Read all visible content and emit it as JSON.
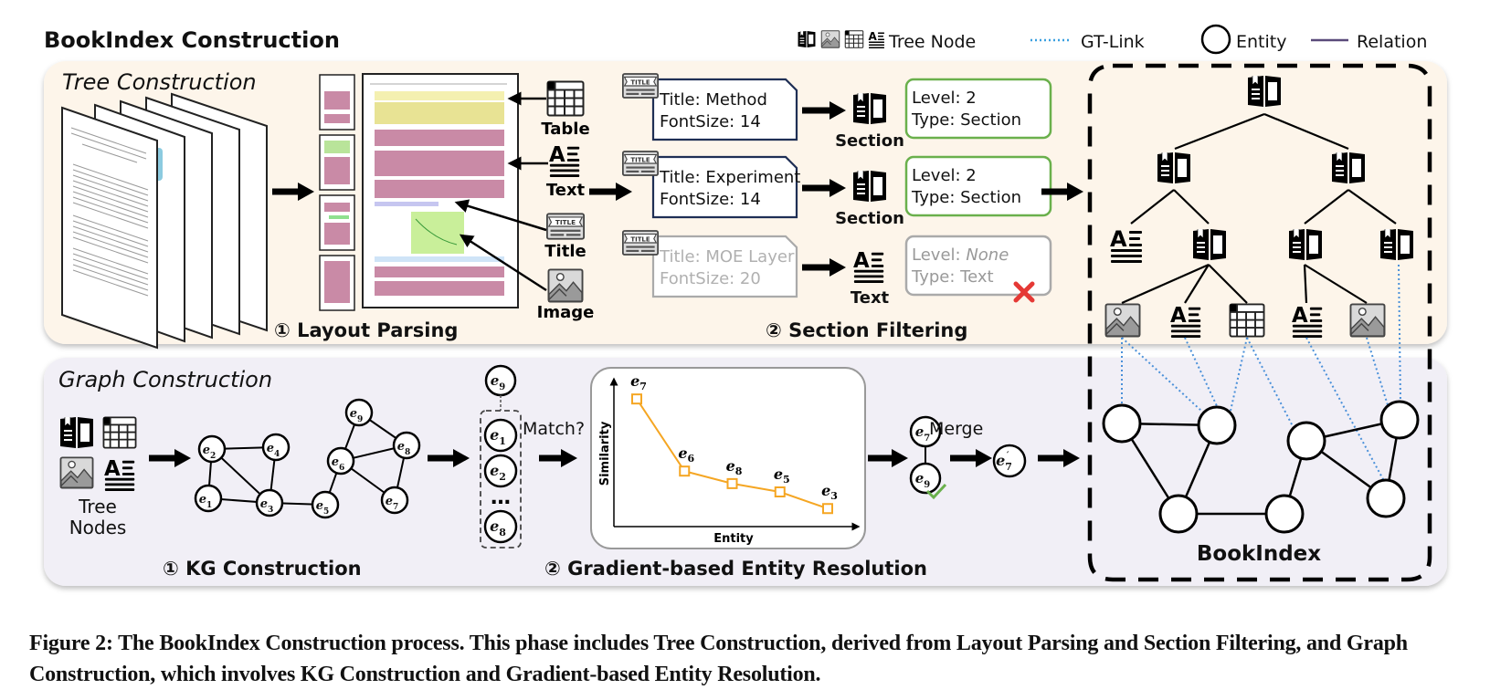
{
  "header": {
    "title": "BookIndex Construction",
    "legend": [
      {
        "icon": "tree-node-icons",
        "label": "Tree Node"
      },
      {
        "icon": "dotted-line",
        "label": "GT-Link",
        "color": "#3aa0e0"
      },
      {
        "icon": "circle",
        "label": "Entity"
      },
      {
        "icon": "solid-line",
        "label": "Relation",
        "color": "#5a4a7a"
      }
    ]
  },
  "tree_panel": {
    "title": "Tree Construction",
    "bg_color": "#fdf5ea",
    "layout_parsing": {
      "label": "① Layout Parsing",
      "elements": [
        {
          "icon": "table-icon",
          "label": "Table"
        },
        {
          "icon": "text-icon",
          "label": "Text"
        },
        {
          "icon": "title-icon",
          "label": "Title"
        },
        {
          "icon": "image-icon",
          "label": "Image"
        }
      ]
    },
    "section_filtering": {
      "label": "② Section Filtering",
      "rows": [
        {
          "title_line": "Title: Method",
          "font_line": "FontSize: 14",
          "result_icon": "section-icon",
          "result_label": "Section",
          "level_line": "Level: 2",
          "type_line": "Type: Section",
          "accepted": true
        },
        {
          "title_line": "Title: Experiment",
          "font_line": "FontSize: 14",
          "result_icon": "section-icon",
          "result_label": "Section",
          "level_line": "Level: 2",
          "type_line": "Type: Section",
          "accepted": true
        },
        {
          "title_line": "Title: MOE Layer",
          "font_line": "FontSize: 20",
          "result_icon": "text-icon",
          "result_label": "Text",
          "level_prefix": "Level: ",
          "level_value": "None",
          "type_line": "Type: Text",
          "accepted": false
        }
      ],
      "accept_color": "#6ab04c",
      "reject_color": "#e53935"
    }
  },
  "graph_panel": {
    "title": "Graph Construction",
    "bg_color": "#f1eff6",
    "tree_nodes_label_1": "Tree",
    "tree_nodes_label_2": "Nodes",
    "kg_label": "① KG Construction",
    "er_label": "② Gradient-based Entity Resolution",
    "kg_nodes": [
      {
        "id": "e2",
        "sub": "2"
      },
      {
        "id": "e4",
        "sub": "4"
      },
      {
        "id": "e1",
        "sub": "1"
      },
      {
        "id": "e3",
        "sub": "3"
      },
      {
        "id": "e5",
        "sub": "5"
      },
      {
        "id": "e9",
        "sub": "9"
      },
      {
        "id": "e6",
        "sub": "6"
      },
      {
        "id": "e8",
        "sub": "8"
      },
      {
        "id": "e7",
        "sub": "7"
      }
    ],
    "kg_edges": [
      [
        "e2",
        "e4"
      ],
      [
        "e2",
        "e1"
      ],
      [
        "e2",
        "e3"
      ],
      [
        "e4",
        "e3"
      ],
      [
        "e1",
        "e3"
      ],
      [
        "e3",
        "e5"
      ],
      [
        "e5",
        "e6"
      ],
      [
        "e6",
        "e9"
      ],
      [
        "e9",
        "e8"
      ],
      [
        "e6",
        "e8"
      ],
      [
        "e6",
        "e7"
      ],
      [
        "e8",
        "e7"
      ]
    ],
    "candidate_query": {
      "id": "e9",
      "sub": "9"
    },
    "candidates": [
      {
        "sub": "1"
      },
      {
        "sub": "2"
      },
      {
        "sub": "8"
      }
    ],
    "ellipsis": "…",
    "match_label": "Match?",
    "merge_label": "Merge",
    "merge_nodes": [
      {
        "sub": "7"
      },
      {
        "sub": "9"
      }
    ],
    "merged_node": {
      "sub": "7",
      "prime": "′"
    },
    "check_color": "#6ab04c"
  },
  "chart_data": {
    "type": "line",
    "title": "",
    "xlabel": "Entity",
    "ylabel": "Similarity",
    "categories": [
      "e7",
      "e6",
      "e8",
      "e5",
      "e3"
    ],
    "point_labels": [
      {
        "base": "e",
        "sub": "7"
      },
      {
        "base": "e",
        "sub": "6"
      },
      {
        "base": "e",
        "sub": "8"
      },
      {
        "base": "e",
        "sub": "5"
      },
      {
        "base": "e",
        "sub": "3"
      }
    ],
    "values": [
      0.92,
      0.4,
      0.31,
      0.25,
      0.13
    ],
    "ylim": [
      0,
      1
    ],
    "grid": false,
    "color": "#f5a623"
  },
  "bookindex": {
    "label": "BookIndex",
    "tree_levels": {
      "root": "section-icon",
      "level1": [
        "section-icon",
        "section-icon"
      ],
      "level2": [
        "text-icon",
        "section-icon",
        "section-icon",
        "section-icon"
      ],
      "level3": [
        "image-icon",
        "text-icon",
        "table-icon",
        "text-icon",
        "image-icon"
      ]
    },
    "gt_link_color": "#4a90d9"
  },
  "caption": "Figure 2: The BookIndex Construction process. This phase includes Tree Construction, derived from Layout Parsing and Section Filtering, and Graph Construction, which involves KG Construction and Gradient-based Entity Resolution."
}
